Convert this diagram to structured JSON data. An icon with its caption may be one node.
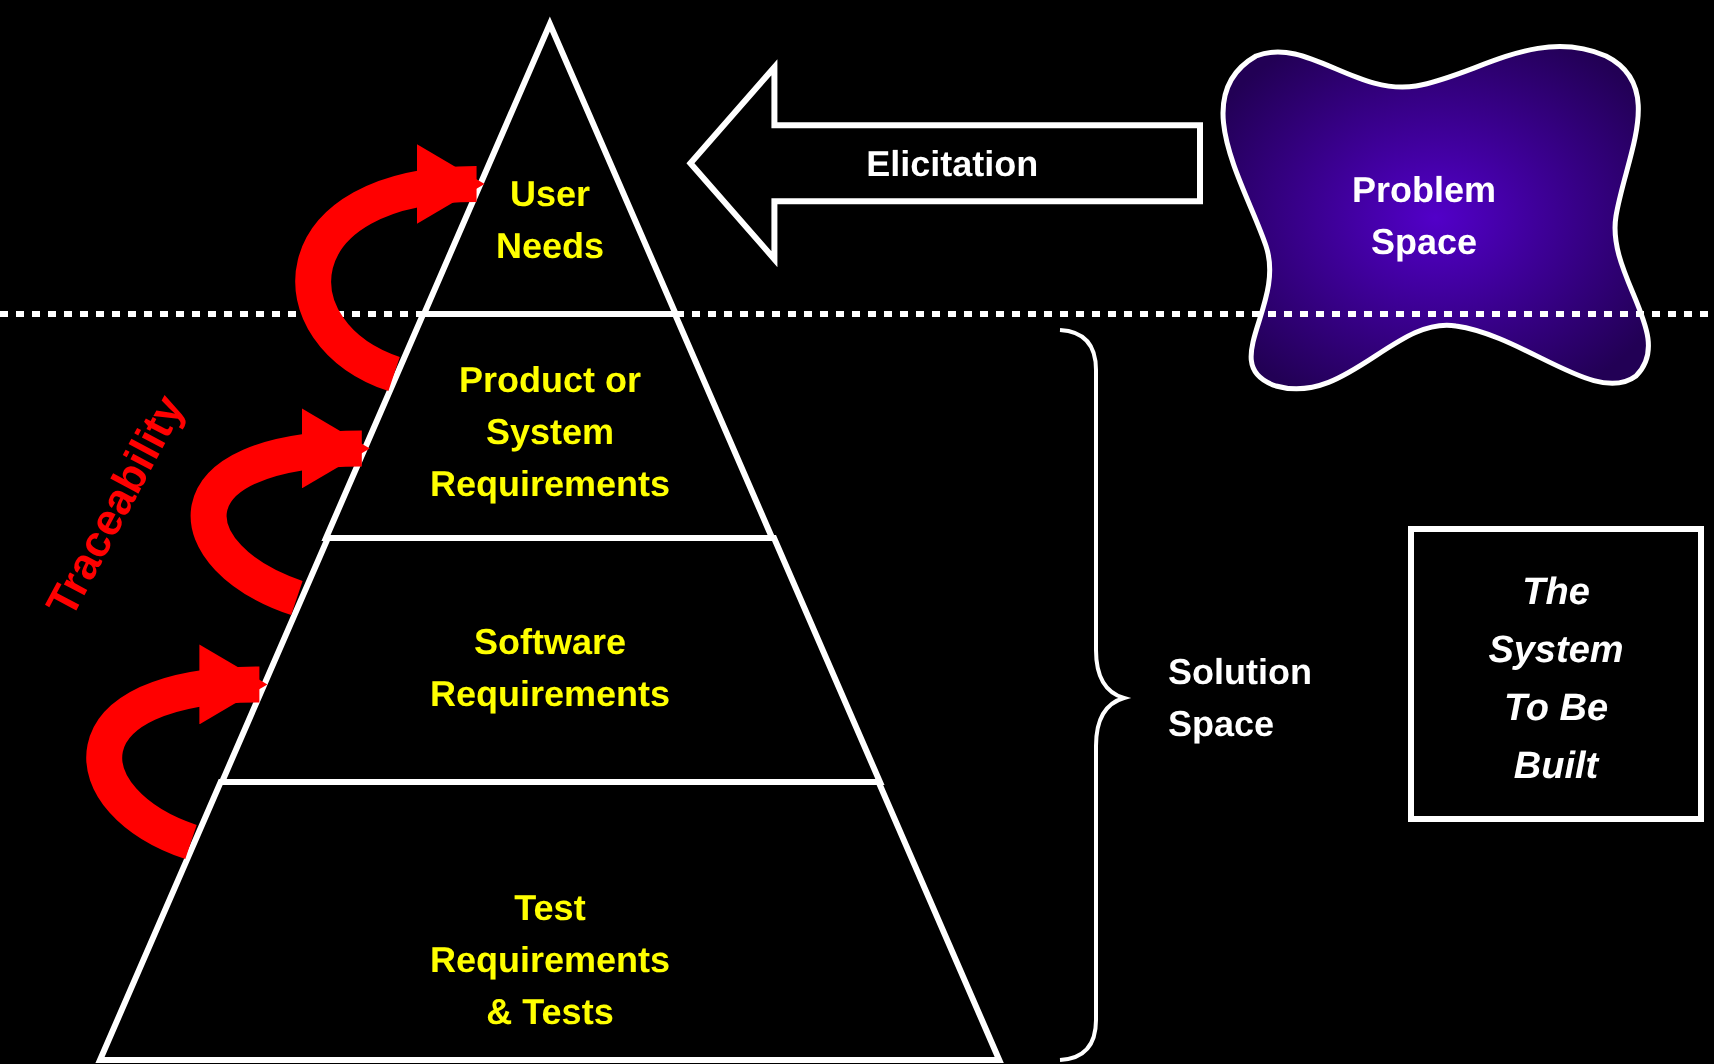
{
  "diagram": {
    "nodes": [
      {
        "text": [
          "User Needs"
        ]
      },
      {
        "text": [
          "Product or System Requirements"
        ]
      },
      {
        "text": [
          "Software Requirements"
        ]
      },
      {
        "text": [
          "Test Requirements & Tests"
        ]
      },
      {
        "text": [
          "Problem Space"
        ]
      },
      {
        "text": [
          "The System To Be Built"
        ]
      }
    ],
    "edges": [
      {
        "from": 4,
        "to": 0,
        "arrow": "to",
        "label": "Elicitation",
        "color": "#ffffff"
      },
      {
        "from": 1,
        "to": 0,
        "arrow": "to"
      },
      {
        "from": 2,
        "to": 1,
        "arrow": "to"
      },
      {
        "from": 3,
        "to": 2,
        "arrow": "to"
      }
    ],
    "labels": [
      "Traceability",
      "Solution Space"
    ]
  }
}
